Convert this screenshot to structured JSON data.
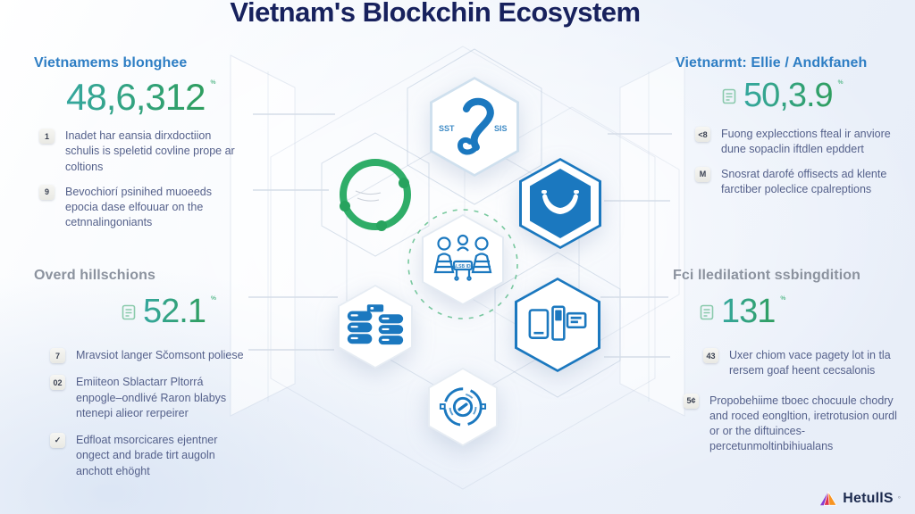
{
  "title": "Vietnam's Blockchin Ecosystem",
  "panels": {
    "left_top": {
      "heading": "Vietnamems blonghee",
      "stat": {
        "value": "48,6,312",
        "suffix": "%"
      },
      "items": [
        {
          "glyph": "1",
          "text": "Inadet har eansia dirxdoctiion schulis is speletid covline prope ar coltions"
        },
        {
          "glyph": "9",
          "text": "Bevochiorí psinihed muoeeds epocia dase elfouuar on the cetnnalingoniants"
        }
      ]
    },
    "left_bottom": {
      "heading": "Overd hillschions",
      "stat": {
        "value": "52.1",
        "suffix": "%"
      },
      "items": [
        {
          "glyph": "7",
          "text": "Mravsiot langer Sčomsont poliese"
        },
        {
          "glyph": "02",
          "text": "Emiiteon Sblactarr Pltorrá enpogle–ondlivé Raron blabys ntenepi alieor rerpeirer"
        },
        {
          "glyph": "✓",
          "text": "Edfloat msorcicares ejentner ongect and brade tirt augoln anchott ehöght"
        }
      ]
    },
    "right_top": {
      "heading": "Vietnarmt: Ellie / Andkfaneh",
      "stat": {
        "value": "50,3.9",
        "suffix": "%"
      },
      "items": [
        {
          "glyph": "<8",
          "text": "Fuong explecctions fteal ir anviore dune sopaclin iftdlen epddert"
        },
        {
          "glyph": "M",
          "text": "Snosrat darofé offisects ad klente farctiber poleclice cpalreptions"
        }
      ]
    },
    "right_bottom": {
      "heading": "Fci lledilationt ssbingdition",
      "stat": {
        "value": "131",
        "suffix": "%"
      },
      "items": [
        {
          "glyph": "43",
          "text": "Uxer chiom vace pagety lot in tla rersem goaf heent cecsalonis"
        },
        {
          "glyph": "5¢",
          "text": "Propobehiime tboec chocuule chodry and roced eongltion, iretrotusion ourdl or or the diftuinces- percetunmoltinbihiualans"
        }
      ]
    }
  },
  "center": {
    "badge_left": "SST",
    "badge_right": "SIS",
    "meeting_label": "ALSB IDF",
    "icons": [
      "swan-figure-icon",
      "recycle-ring-icon",
      "handshake-hex-icon",
      "team-meeting-icon",
      "database-icon",
      "devices-icon",
      "secure-link-icon"
    ]
  },
  "logo": {
    "text": "HetullS",
    "mark": "°"
  },
  "colors": {
    "accent_blue": "#1b78bf",
    "heading_blue": "#2e7ec4",
    "stat_green": "#2f9e5f",
    "ring_green": "#2fad68",
    "title_navy": "#17215d"
  }
}
